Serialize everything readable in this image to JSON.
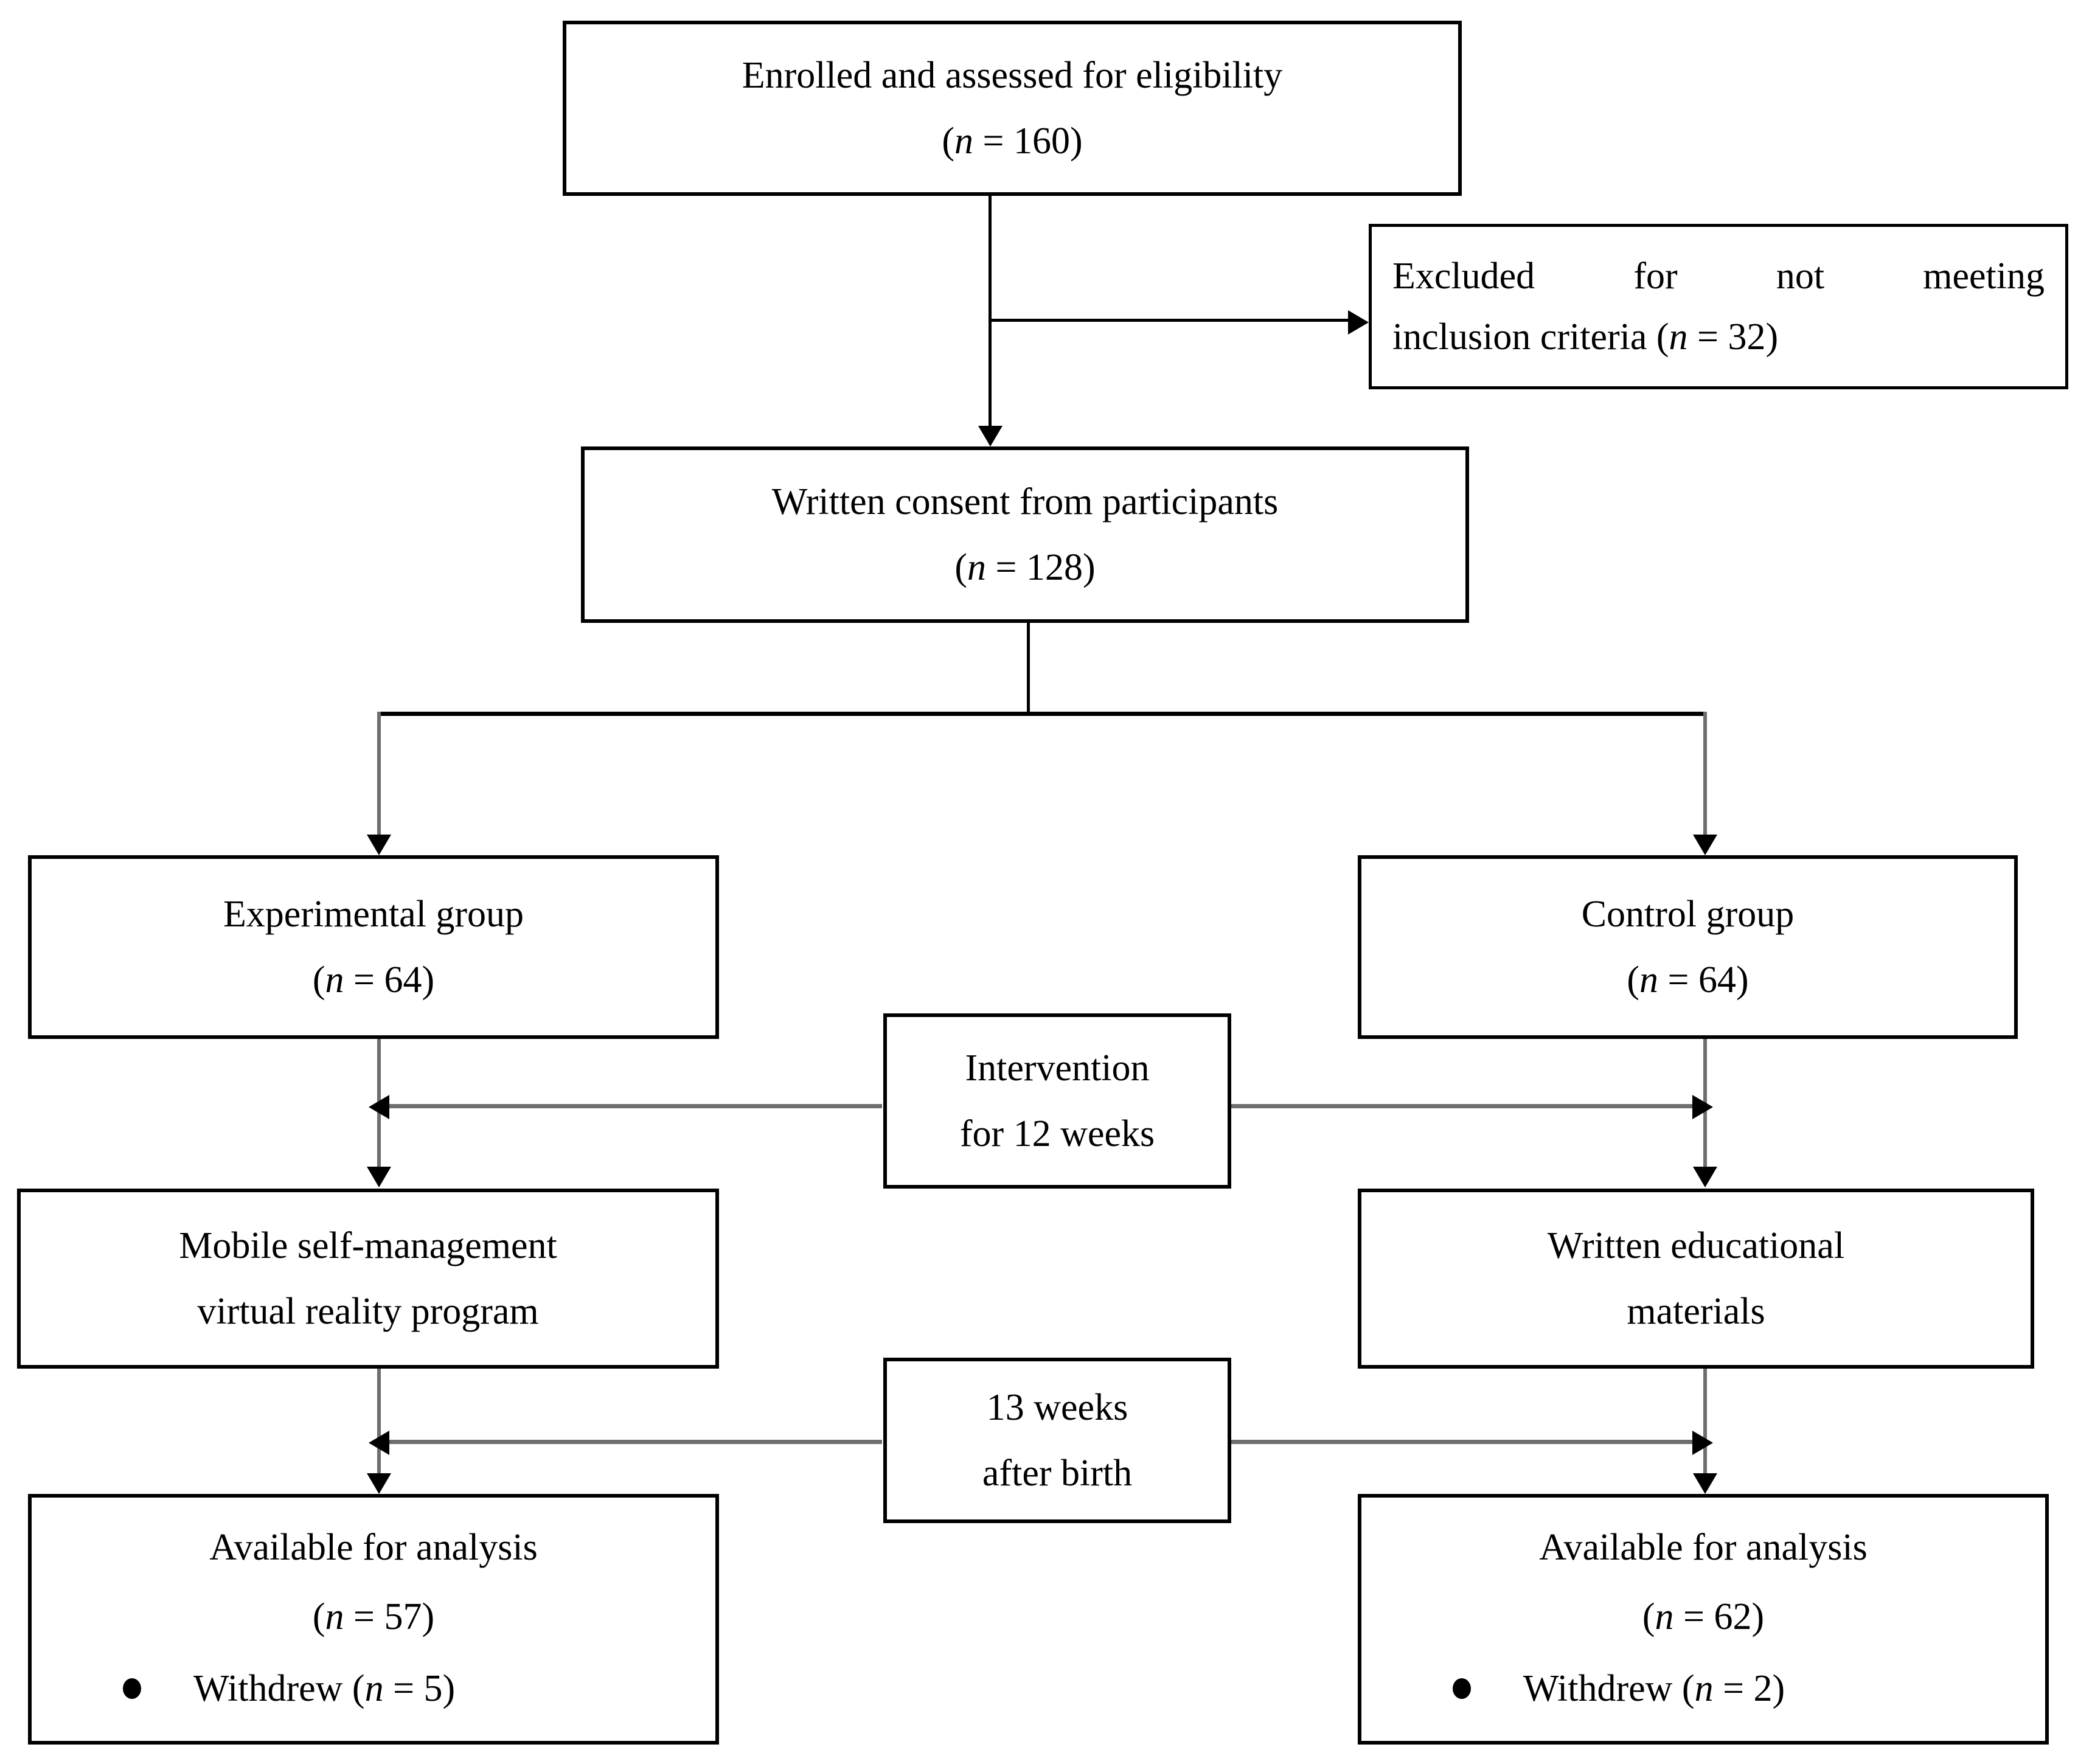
{
  "diagram": {
    "type": "consort-flow-diagram",
    "title": "CONSORT participant flow",
    "colors": {
      "box_border": "#000000",
      "text": "#000000",
      "connector_black": "#000000",
      "connector_grey": "#6e6e6e",
      "background": "#ffffff"
    }
  },
  "nodes": {
    "enrolled": {
      "line1": "Enrolled and assessed for eligibility",
      "n_open": "(",
      "n_symbol": "n",
      "n_eq": " = 160)",
      "n_value": 160
    },
    "excluded": {
      "line1": "Excluded for not meeting",
      "line2_pre": "inclusion criteria (",
      "n_symbol": "n",
      "line2_post": " = 32)",
      "n_value": 32
    },
    "consent": {
      "line1": "Written consent from participants",
      "n_open": "(",
      "n_symbol": "n",
      "n_eq": " = 128)",
      "n_value": 128
    },
    "experimental_group": {
      "line1": "Experimental group",
      "n_open": "(",
      "n_symbol": "n",
      "n_eq": " = 64)",
      "n_value": 64
    },
    "control_group": {
      "line1": "Control group",
      "n_open": "(",
      "n_symbol": "n",
      "n_eq": " = 64)",
      "n_value": 64
    },
    "intervention": {
      "line1": "Intervention",
      "line2": "for 12 weeks",
      "weeks": 12
    },
    "experimental_arm": {
      "line1": "Mobile self-management",
      "line2": "virtual reality program"
    },
    "control_arm": {
      "line1": "Written educational",
      "line2": "materials"
    },
    "followup": {
      "line1": "13 weeks",
      "line2": "after birth",
      "weeks": 13
    },
    "analysis_experimental": {
      "line1": "Available for analysis",
      "n_open": "(",
      "n_symbol": "n",
      "n_eq": " = 57)",
      "n_value": 57,
      "bullet_pre": "Withdrew (",
      "bullet_symbol": "n",
      "bullet_post": " = 5)",
      "withdrew_value": 5
    },
    "analysis_control": {
      "line1": "Available for analysis",
      "n_open": "(",
      "n_symbol": "n",
      "n_eq": " = 62)",
      "n_value": 62,
      "bullet_pre": "Withdrew (",
      "bullet_symbol": "n",
      "bullet_post": " = 2)",
      "withdrew_value": 2
    }
  }
}
